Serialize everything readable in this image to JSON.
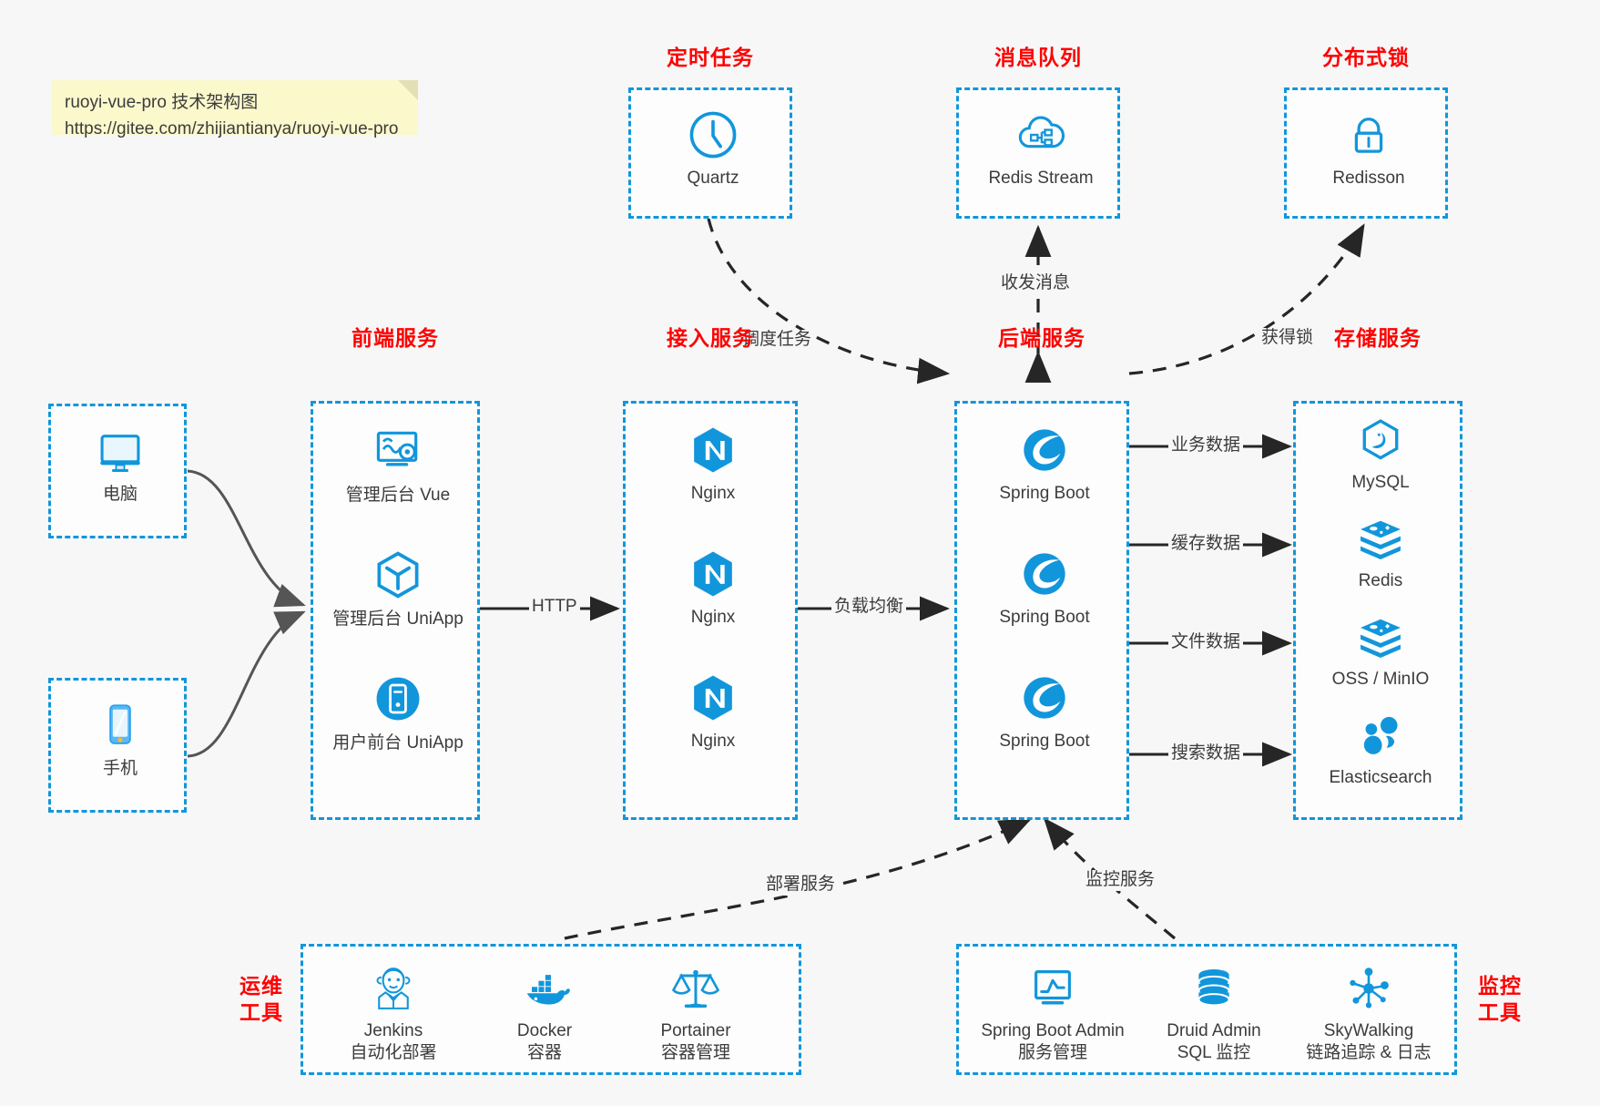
{
  "note": {
    "line1": "ruoyi-vue-pro 技术架构图",
    "line2": "https://gitee.com/zhijiantianya/ruoyi-vue-pro"
  },
  "colors": {
    "accent_blue": "#1296db",
    "group_title_red": "#ff0000",
    "text": "#3c3c3c",
    "background": "#f7f7f7",
    "note_bg": "#fbf8cc",
    "arrow": "#262626",
    "solid_arrow_gray": "#555555"
  },
  "groups": {
    "scheduled_task": {
      "title": "定时任务",
      "nodes": [
        {
          "label": "Quartz",
          "icon": "clock-icon"
        }
      ]
    },
    "message_queue": {
      "title": "消息队列",
      "nodes": [
        {
          "label": "Redis Stream",
          "icon": "cloud-network-icon"
        }
      ]
    },
    "distributed_lock": {
      "title": "分布式锁",
      "nodes": [
        {
          "label": "Redisson",
          "icon": "lock-icon"
        }
      ]
    },
    "clients": {
      "nodes": [
        {
          "label": "电脑",
          "icon": "desktop-monitor-icon"
        },
        {
          "label": "手机",
          "icon": "smartphone-icon"
        }
      ]
    },
    "frontend": {
      "title": "前端服务",
      "nodes": [
        {
          "label": "管理后台 Vue",
          "icon": "dashboard-gear-icon"
        },
        {
          "label": "管理后台 UniApp",
          "icon": "hexagon-cube-icon"
        },
        {
          "label": "用户前台 UniApp",
          "icon": "mobile-circle-icon"
        }
      ]
    },
    "gateway": {
      "title": "接入服务",
      "nodes": [
        {
          "label": "Nginx",
          "icon": "nginx-icon"
        },
        {
          "label": "Nginx",
          "icon": "nginx-icon"
        },
        {
          "label": "Nginx",
          "icon": "nginx-icon"
        }
      ]
    },
    "backend": {
      "title": "后端服务",
      "nodes": [
        {
          "label": "Spring Boot",
          "icon": "spring-boot-icon"
        },
        {
          "label": "Spring Boot",
          "icon": "spring-boot-icon"
        },
        {
          "label": "Spring Boot",
          "icon": "spring-boot-icon"
        }
      ]
    },
    "storage": {
      "title": "存储服务",
      "nodes": [
        {
          "label": "MySQL",
          "icon": "mysql-icon"
        },
        {
          "label": "Redis",
          "icon": "redis-stack-icon"
        },
        {
          "label": "OSS / MinIO",
          "icon": "redis-stack-icon"
        },
        {
          "label": "Elasticsearch",
          "icon": "elasticsearch-icon"
        }
      ]
    },
    "devops": {
      "title_line1": "运维",
      "title_line2": "工具",
      "nodes": [
        {
          "label": "Jenkins",
          "sub": "自动化部署",
          "icon": "jenkins-butler-icon"
        },
        {
          "label": "Docker",
          "sub": "容器",
          "icon": "docker-whale-icon"
        },
        {
          "label": "Portainer",
          "sub": "容器管理",
          "icon": "scales-balance-icon"
        }
      ]
    },
    "monitoring": {
      "title_line1": "监控",
      "title_line2": "工具",
      "nodes": [
        {
          "label": "Spring Boot Admin",
          "sub": "服务管理",
          "icon": "monitor-chart-icon"
        },
        {
          "label": "Druid Admin",
          "sub": "SQL 监控",
          "icon": "database-cylinder-icon"
        },
        {
          "label": "SkyWalking",
          "sub": "链路追踪 & 日志",
          "icon": "skywalking-node-icon"
        }
      ]
    }
  },
  "edges": [
    {
      "id": "schedule-task",
      "label": "调度任务",
      "from": "Quartz",
      "to": "后端服务",
      "style": "dashed"
    },
    {
      "id": "send-recv-msg",
      "label": "收发消息",
      "from": "Redis Stream",
      "to": "后端服务",
      "style": "dashed-bidirectional"
    },
    {
      "id": "acquire-lock",
      "label": "获得锁",
      "from": "后端服务",
      "to": "Redisson",
      "style": "dashed"
    },
    {
      "id": "http",
      "label": "HTTP",
      "from": "前端服务",
      "to": "接入服务",
      "style": "solid"
    },
    {
      "id": "load-balance",
      "label": "负载均衡",
      "from": "接入服务",
      "to": "后端服务",
      "style": "solid"
    },
    {
      "id": "business-data",
      "label": "业务数据",
      "from": "后端服务",
      "to": "MySQL",
      "style": "solid"
    },
    {
      "id": "cache-data",
      "label": "缓存数据",
      "from": "后端服务",
      "to": "Redis",
      "style": "solid"
    },
    {
      "id": "file-data",
      "label": "文件数据",
      "from": "后端服务",
      "to": "OSS / MinIO",
      "style": "solid"
    },
    {
      "id": "search-data",
      "label": "搜索数据",
      "from": "后端服务",
      "to": "Elasticsearch",
      "style": "solid"
    },
    {
      "id": "deploy-service",
      "label": "部署服务",
      "from": "运维工具",
      "to": "后端服务",
      "style": "dashed"
    },
    {
      "id": "monitor-service",
      "label": "监控服务",
      "from": "监控工具",
      "to": "后端服务",
      "style": "dashed"
    }
  ]
}
